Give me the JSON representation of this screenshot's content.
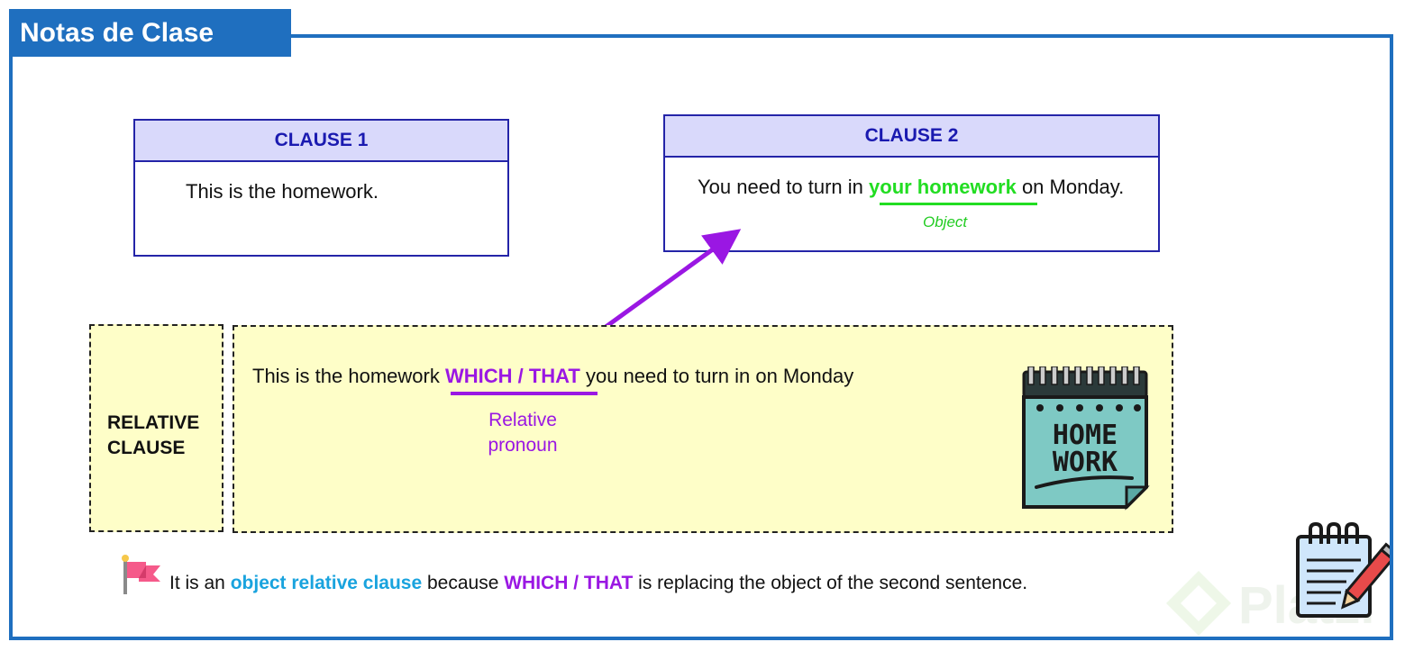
{
  "header": {
    "title": "Notas de Clase"
  },
  "clause1": {
    "heading": "CLAUSE 1",
    "text": "This is the homework."
  },
  "clause2": {
    "heading": "CLAUSE 2",
    "text_before": "You need to turn in ",
    "highlight": "your homework",
    "text_after": " on Monday.",
    "object_label": "Object"
  },
  "relative": {
    "label_line1": "RELATIVE",
    "label_line2": "CLAUSE",
    "sentence_before": "This is the homework ",
    "pronoun": "WHICH / THAT",
    "sentence_after": " you need to turn in on Monday",
    "pronoun_label_line1": "Relative",
    "pronoun_label_line2": "pronoun"
  },
  "note": {
    "part1": "It is an ",
    "highlight1": "object relative clause",
    "part2": " because ",
    "highlight2": "WHICH / THAT",
    "part3": " is replacing the object of the second sentence."
  },
  "illustration": {
    "homework_line1": "HOME",
    "homework_line2": "WORK"
  },
  "icons": [
    "flag-icon",
    "homework-calendar-icon",
    "notepad-pencil-icon",
    "platzi-logo-icon"
  ],
  "colors": {
    "brand_blue": "#1f6fbf",
    "clause_border": "#2424a8",
    "clause_header": "#d9d9fb",
    "object_green": "#22dd22",
    "pronoun_purple": "#9a17e3",
    "highlight_blue": "#19a3de",
    "relative_bg": "#fefec8"
  }
}
